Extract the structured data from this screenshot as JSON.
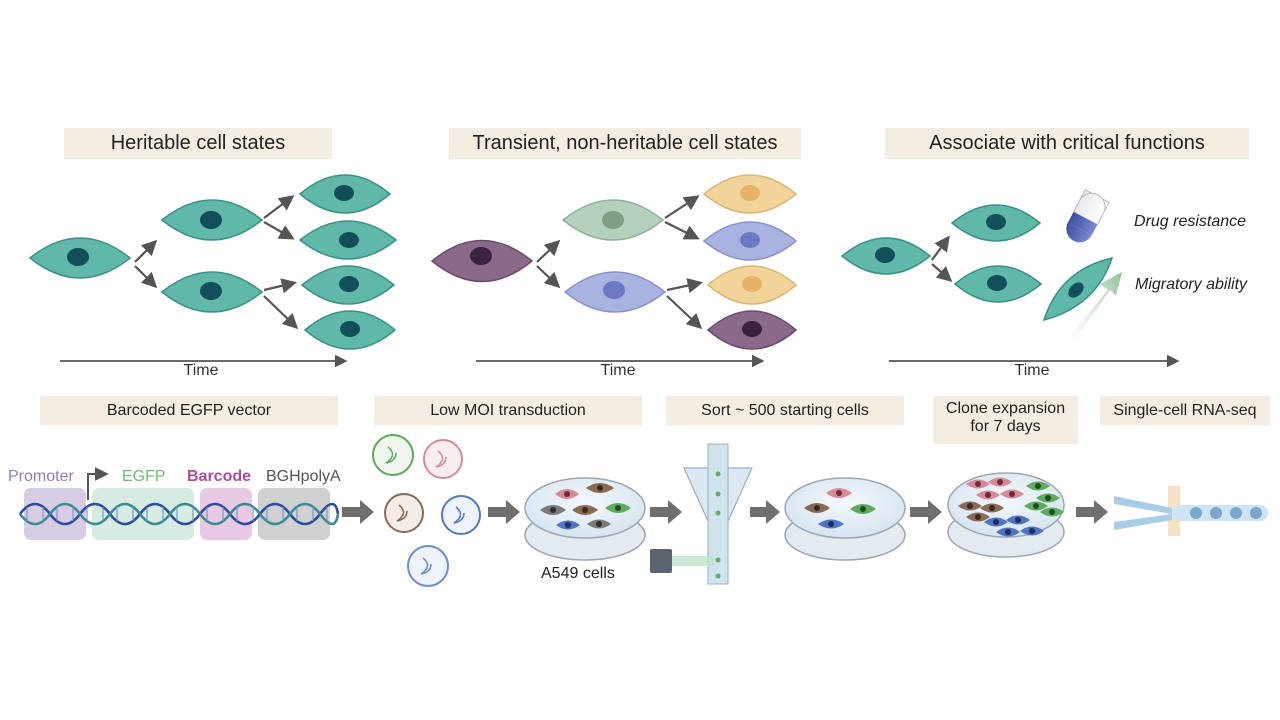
{
  "panels": {
    "heritable_title": "Heritable cell states",
    "transient_title": "Transient, non-heritable cell states",
    "functions_title": "Associate with critical functions",
    "time_label": "Time"
  },
  "functions": {
    "drug": "Drug resistance",
    "migratory": "Migratory ability"
  },
  "workflow": {
    "step1": "Barcoded EGFP vector",
    "step2": "Low MOI transduction",
    "step3": "Sort ~ 500 starting cells",
    "step4_line1": "Clone expansion",
    "step4_line2": "for 7 days",
    "step5": "Single-cell RNA-seq",
    "cells_label": "A549 cells"
  },
  "vector": {
    "promoter": "Promoter",
    "egfp": "EGFP",
    "barcode": "Barcode",
    "polya": "BGHpolyA"
  },
  "colors": {
    "teal": "#5fb8a8",
    "mauve": "#8a6a88",
    "sage": "#b4d0bc",
    "lavender": "#a9b3e0",
    "tan": "#f2d49a",
    "promoter": "#9a7ab0",
    "egfp": "#6bbf6b",
    "barcode": "#b04a9e",
    "polya": "#555555"
  }
}
